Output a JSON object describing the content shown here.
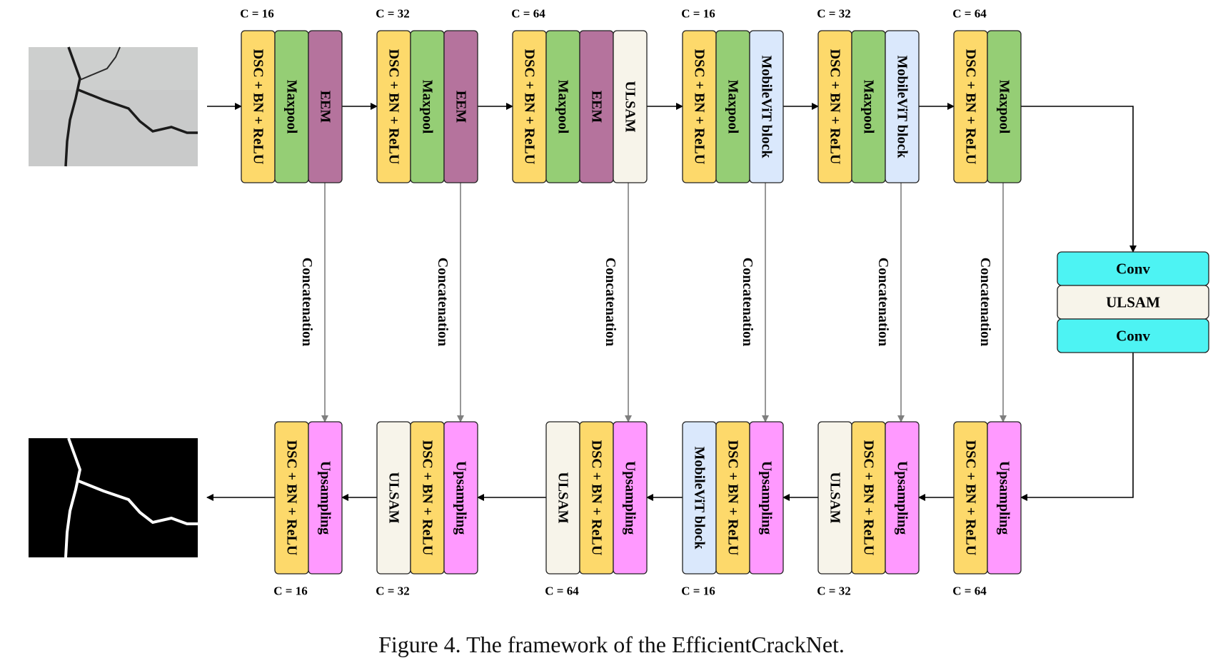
{
  "colors": {
    "dsc": "#FDD96B",
    "maxpool": "#95CE75",
    "eem": "#B5739D",
    "ulsam": "#F7F4EA",
    "mobilevit": "#DAE8FC",
    "upsampling": "#FF99FF",
    "conv": "#4DF3F3",
    "arrow_main": "#000000",
    "arrow_skip": "#7F7F7F"
  },
  "labels": {
    "dsc": "DSC + BN + ReLU",
    "maxpool": "Maxpool",
    "eem": "EEM",
    "ulsam": "ULSAM",
    "mobilevit": "MobileViT block",
    "upsampling": "Upsampling",
    "conv": "Conv",
    "concat": "Concatenation"
  },
  "encoder": [
    {
      "channels": "C = 16",
      "blocks": [
        "dsc",
        "maxpool",
        "eem"
      ]
    },
    {
      "channels": "C = 32",
      "blocks": [
        "dsc",
        "maxpool",
        "eem"
      ]
    },
    {
      "channels": "C = 64",
      "blocks": [
        "dsc",
        "maxpool",
        "eem",
        "ulsam"
      ]
    },
    {
      "channels": "C = 16",
      "blocks": [
        "dsc",
        "maxpool",
        "mobilevit"
      ]
    },
    {
      "channels": "C = 32",
      "blocks": [
        "dsc",
        "maxpool",
        "mobilevit"
      ]
    },
    {
      "channels": "C = 64",
      "blocks": [
        "dsc",
        "maxpool"
      ]
    }
  ],
  "bottleneck": [
    "conv",
    "ulsam",
    "conv"
  ],
  "decoder": [
    {
      "channels": "C = 16",
      "blocks": [
        "dsc",
        "upsampling"
      ]
    },
    {
      "channels": "C = 32",
      "blocks": [
        "ulsam",
        "dsc",
        "upsampling"
      ]
    },
    {
      "channels": "C = 64",
      "blocks": [
        "ulsam",
        "dsc",
        "upsampling"
      ]
    },
    {
      "channels": "C = 16",
      "blocks": [
        "mobilevit",
        "dsc",
        "upsampling"
      ]
    },
    {
      "channels": "C = 32",
      "blocks": [
        "ulsam",
        "dsc",
        "upsampling"
      ]
    },
    {
      "channels": "C = 64",
      "blocks": [
        "dsc",
        "upsampling"
      ]
    }
  ],
  "caption": "Figure 4. The framework of the EfficientCrackNet."
}
